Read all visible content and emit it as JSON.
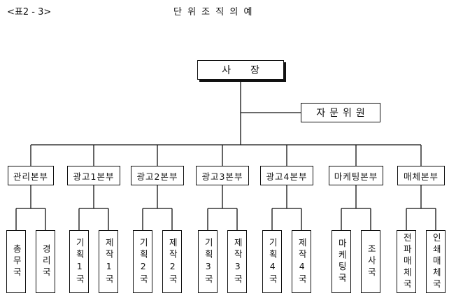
{
  "header": {
    "table_number": "<표2 - 3>",
    "title": "단 위 조 직 의 예"
  },
  "chart": {
    "top": "사장",
    "advisory": "자문위원",
    "divisions": [
      {
        "name": "관리본부",
        "subs": [
          "총무국",
          "경리국"
        ]
      },
      {
        "name": "광고1본부",
        "subs": [
          "기획1국",
          "제작1국"
        ]
      },
      {
        "name": "광고2본부",
        "subs": [
          "기획2국",
          "제작2국"
        ]
      },
      {
        "name": "광고3본부",
        "subs": [
          "기획3국",
          "제작3국"
        ]
      },
      {
        "name": "광고4본부",
        "subs": [
          "기획4국",
          "제작4국"
        ]
      },
      {
        "name": "마케팅본부",
        "subs": [
          "마케팅국",
          "조사국"
        ]
      },
      {
        "name": "매체본부",
        "subs": [
          "전파매체국",
          "인쇄매체국"
        ]
      }
    ]
  }
}
